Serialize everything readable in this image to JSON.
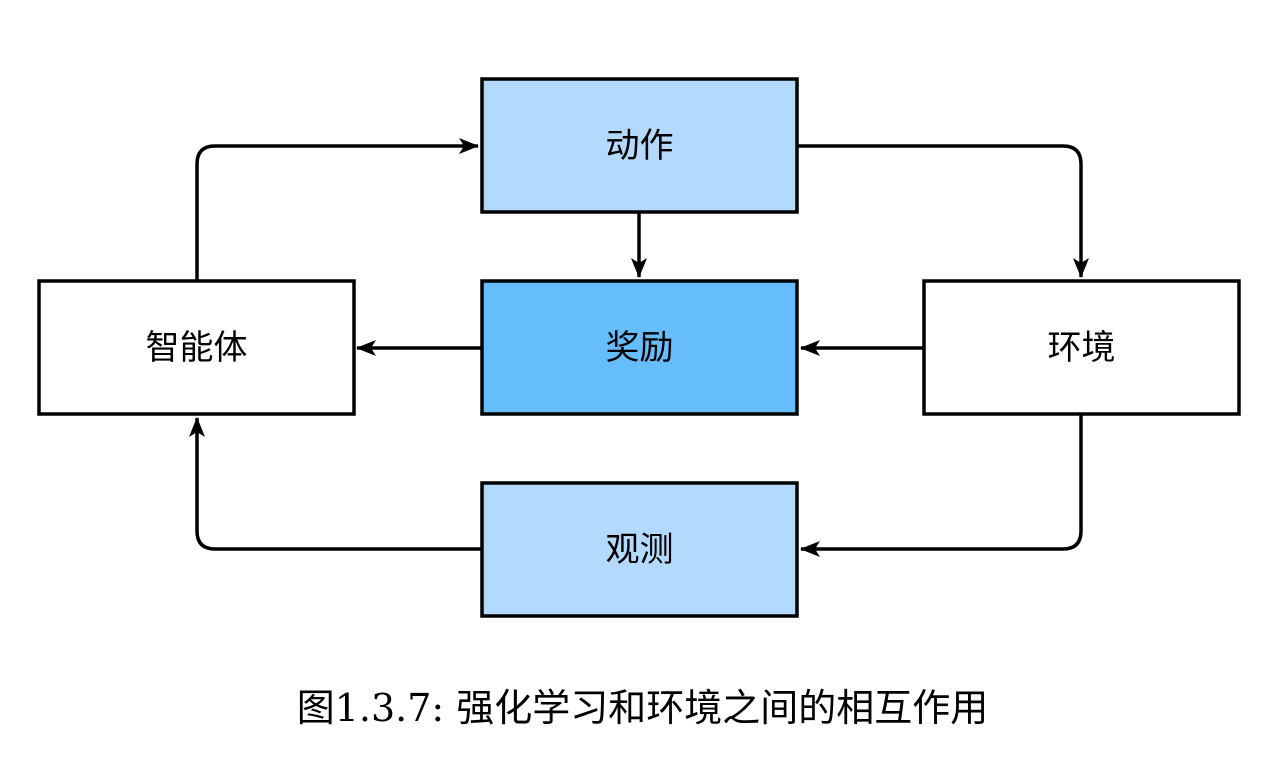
{
  "diagram": {
    "nodes": {
      "action": {
        "label": "动作",
        "fill": "#b3d9fd"
      },
      "reward": {
        "label": "奖励",
        "fill": "#66bdfb"
      },
      "agent": {
        "label": "智能体",
        "fill": "#ffffff"
      },
      "environment": {
        "label": "环境",
        "fill": "#ffffff"
      },
      "observation": {
        "label": "观测",
        "fill": "#b3d9fd"
      }
    },
    "edges": [
      {
        "from": "agent",
        "to": "action"
      },
      {
        "from": "action",
        "to": "environment"
      },
      {
        "from": "action",
        "to": "reward"
      },
      {
        "from": "reward",
        "to": "agent"
      },
      {
        "from": "environment",
        "to": "reward"
      },
      {
        "from": "environment",
        "to": "observation"
      },
      {
        "from": "observation",
        "to": "agent"
      }
    ],
    "stroke_color": "#000000"
  },
  "caption": {
    "prefix": "图1.3.7:",
    "text": "强化学习和环境之间的相互作用"
  }
}
